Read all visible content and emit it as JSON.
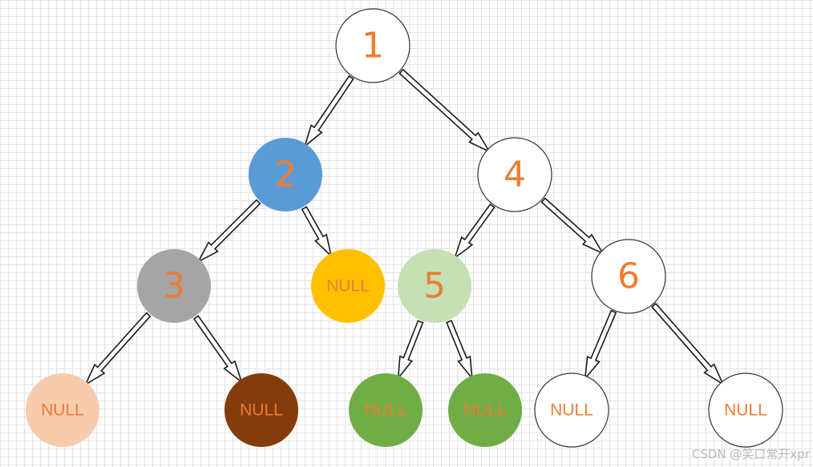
{
  "diagram": {
    "label_color": "#ED7D31",
    "nodes": [
      {
        "id": "n1",
        "label": "1",
        "fill": "#FFFFFF"
      },
      {
        "id": "n2",
        "label": "2",
        "fill": "#5B9BD5"
      },
      {
        "id": "n4",
        "label": "4",
        "fill": "#FFFFFF"
      },
      {
        "id": "n3",
        "label": "3",
        "fill": "#A5A5A5"
      },
      {
        "id": "nl1",
        "label": "NULL",
        "fill": "#FFC000"
      },
      {
        "id": "n5",
        "label": "5",
        "fill": "#C5E0B4"
      },
      {
        "id": "n6",
        "label": "6",
        "fill": "#FFFFFF"
      },
      {
        "id": "nl2",
        "label": "NULL",
        "fill": "#F8CBAD"
      },
      {
        "id": "nl3",
        "label": "NULL",
        "fill": "#843C0C"
      },
      {
        "id": "nl4",
        "label": "NULL",
        "fill": "#70AD47"
      },
      {
        "id": "nl5",
        "label": "NULL",
        "fill": "#70AD47"
      },
      {
        "id": "nl6",
        "label": "NULL",
        "fill": "#FFFFFF"
      },
      {
        "id": "nl7",
        "label": "NULL",
        "fill": "#FFFFFF"
      }
    ],
    "edges": [
      {
        "from": "n1",
        "to": "n2"
      },
      {
        "from": "n1",
        "to": "n4"
      },
      {
        "from": "n2",
        "to": "n3"
      },
      {
        "from": "n2",
        "to": "nl1"
      },
      {
        "from": "n4",
        "to": "n5"
      },
      {
        "from": "n4",
        "to": "n6"
      },
      {
        "from": "n3",
        "to": "nl2"
      },
      {
        "from": "n3",
        "to": "nl3"
      },
      {
        "from": "n5",
        "to": "nl4"
      },
      {
        "from": "n5",
        "to": "nl5"
      },
      {
        "from": "n6",
        "to": "nl6"
      },
      {
        "from": "n6",
        "to": "nl7"
      }
    ]
  },
  "watermark": "CSDN @笑口常开xpr"
}
